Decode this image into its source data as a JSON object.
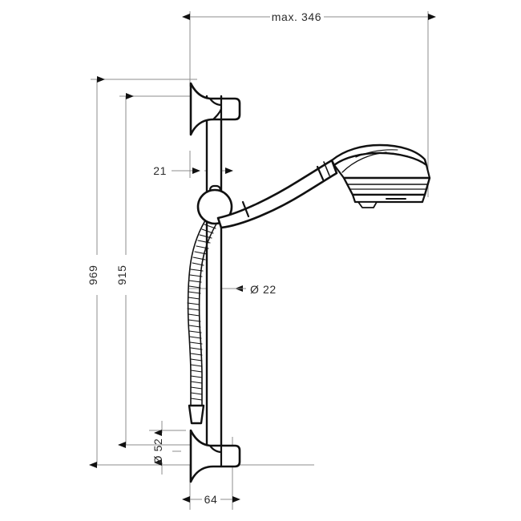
{
  "drawing": {
    "title": "Shower bar set with hand shower - dimensional drawing",
    "units": "mm",
    "colors": {
      "outline": "#111111",
      "dimension_line": "#8c8c8c",
      "extension_line": "#8c8c8c",
      "text": "#2b2b2b",
      "background": "#ffffff",
      "fill": "#ffffff"
    }
  },
  "dimensions": {
    "max_reach": {
      "label": "max. 346",
      "orientation": "horizontal",
      "position": "top"
    },
    "overall_height": {
      "label": "969",
      "orientation": "vertical",
      "position": "left-outer"
    },
    "bar_height": {
      "label": "915",
      "orientation": "vertical",
      "position": "left-inner"
    },
    "wall_offset": {
      "label": "21",
      "orientation": "horizontal",
      "position": "upper-left"
    },
    "bar_diameter": {
      "label": "Ø 22",
      "orientation": "horizontal",
      "position": "middle-right-leader"
    },
    "bracket_diameter": {
      "label": "Ø 52",
      "orientation": "vertical",
      "position": "bottom-left"
    },
    "bracket_projection": {
      "label": "64",
      "orientation": "horizontal",
      "position": "bottom"
    }
  },
  "parts": [
    {
      "name": "upper-wall-bracket",
      "description": "flared conical wall bracket at top of bar"
    },
    {
      "name": "lower-wall-bracket",
      "description": "flared conical wall bracket at bottom of bar"
    },
    {
      "name": "slide-bar",
      "description": "vertical round slide bar"
    },
    {
      "name": "shower-holder",
      "description": "ball joint holder clamped to bar"
    },
    {
      "name": "hand-shower",
      "description": "hand shower with tapered handle and fan spray face"
    },
    {
      "name": "shower-hose",
      "description": "metal flex hose with cone nut end"
    }
  ]
}
